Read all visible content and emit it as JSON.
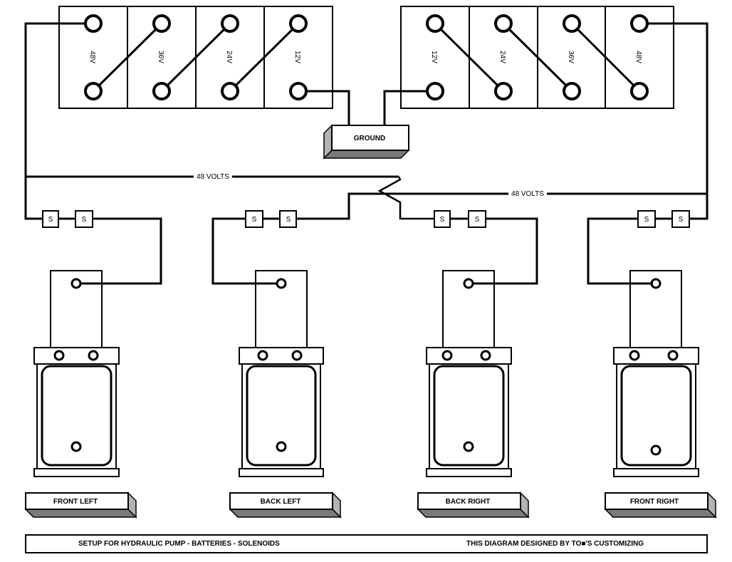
{
  "diagram": {
    "left_battery_bank": {
      "cells": [
        "48V",
        "36V",
        "24V",
        "12V"
      ]
    },
    "right_battery_bank": {
      "cells": [
        "12V",
        "24V",
        "36V",
        "48V"
      ]
    },
    "ground_label": "GROUND",
    "volts_label_1": "48 VOLTS",
    "volts_label_2": "48 VOLTS",
    "solenoid_letter": "S",
    "pumps": [
      "FRONT LEFT",
      "BACK LEFT",
      "BACK RIGHT",
      "FRONT RIGHT"
    ],
    "footer": {
      "left": "SETUP FOR HYDRAULIC PUMP -  BATTERIES - SOLENOIDS",
      "right": "THIS DIAGRAM DESIGNED BY TO■'S CUSTOMIZING"
    }
  }
}
